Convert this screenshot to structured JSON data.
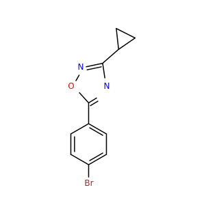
{
  "molecule": {
    "atoms": {
      "n_top": {
        "symbol": "N",
        "color": "#0000FF"
      },
      "o_ring": {
        "symbol": "O",
        "color": "#FF0000"
      },
      "n_right": {
        "symbol": "N",
        "color": "#0000FF"
      },
      "br": {
        "symbol": "Br",
        "color": "#A52A2A"
      }
    }
  }
}
